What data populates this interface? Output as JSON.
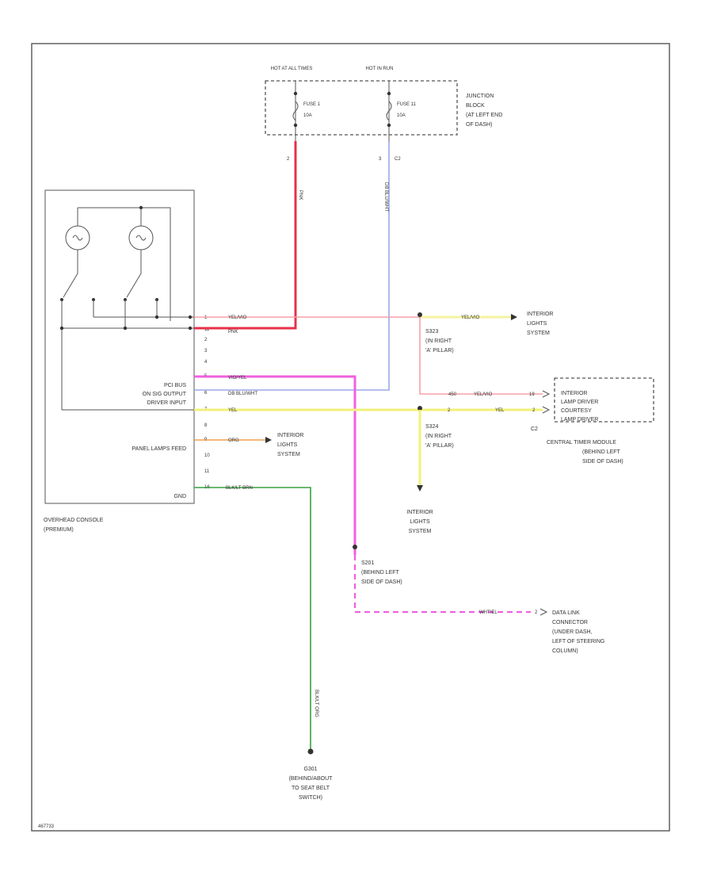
{
  "junction": {
    "hot_at_all_times": "HOT AT ALL TIMES",
    "hot_in_run": "HOT IN RUN",
    "fuse1_label": "FUSE 1",
    "fuse1_amp": "10A",
    "fuse11_label": "FUSE 11",
    "fuse11_amp": "10A",
    "name_l1": "JUNCTION",
    "name_l2": "BLOCK",
    "name_l3": "(AT LEFT END",
    "name_l4": "OF DASH)",
    "pin_left": "2",
    "pin_right": "3",
    "conn_right": "C2"
  },
  "wires": {
    "pnk": "PNK",
    "db_blu_wht": "DB BLU/WHT",
    "yel_vio": "YEL/VIO",
    "vio_yel": "VIO/YEL",
    "yel": "YEL",
    "org": "ORG",
    "black_brn": "BLK/LT BRN",
    "wht_del": "WHT/EL",
    "blk_org": "BLK/LT ORG",
    "yel2": "YEL"
  },
  "console": {
    "pins": [
      "1",
      "11",
      "2",
      "3",
      "4",
      "5",
      "6",
      "7",
      "8",
      "9",
      "10",
      "11",
      "16"
    ],
    "pci_l1": "PCI BUS",
    "pci_l2": "ON SIG OUTPUT",
    "pci_l3": "DRIVER INPUT",
    "panel_feed": "PANEL LAMPS FEED",
    "gnd": "GND",
    "name_l1": "OVERHEAD CONSOLE",
    "name_l2": "(PREMIUM)"
  },
  "splices": {
    "s323_l1": "S323",
    "s323_l2": "(IN RIGHT",
    "s323_l3": "'A' PILLAR)",
    "s324_l1": "S324",
    "s324_l2": "(IN RIGHT",
    "s324_l3": "'A' PILLAR)",
    "s201_l1": "S201",
    "s201_l2": "(BEHIND LEFT",
    "s201_l3": "SIDE OF DASH)"
  },
  "systems": {
    "ils_top_l1": "INTERIOR",
    "ils_top_l2": "LIGHTS",
    "ils_top_l3": "SYSTEM",
    "ils_mid_l1": "INTERIOR",
    "ils_mid_l2": "LIGHTS",
    "ils_mid_l3": "SYSTEM",
    "ils_bot_l1": "INTERIOR",
    "ils_bot_l2": "LIGHTS",
    "ils_bot_l3": "SYSTEM"
  },
  "ctm": {
    "pin_top": "19",
    "pin_bot": "2",
    "conn": "C2",
    "wire_num": "450",
    "box_l1": "INTERIOR",
    "box_l2": "LAMP DRIVER",
    "box_l3": "COURTESY",
    "box_l4": "LAMP DRIVER",
    "name_l1": "CENTRAL TIMER MODULE",
    "name_l2": "(BEHIND LEFT",
    "name_l3": "SIDE OF DASH)"
  },
  "dlc": {
    "pin": "2",
    "l1": "DATA LINK",
    "l2": "CONNECTOR",
    "l3": "(UNDER DASH,",
    "l4": "LEFT OF STEERING",
    "l5": "COLUMN)"
  },
  "ground": {
    "l1": "G301",
    "l2": "(BEHIND/ABOUT",
    "l3": "TO SEAT BELT",
    "l4": "SWITCH)"
  },
  "colors": {
    "pink_red": "#e8304a",
    "pink_light": "#f5a0a8",
    "blue_light": "#9aa8e8",
    "yellow": "#f2f07a",
    "magenta": "#f060e0",
    "orange": "#f0a050",
    "green": "#3aa040",
    "light_yellow": "#f4f3a0"
  },
  "footer": "467733"
}
